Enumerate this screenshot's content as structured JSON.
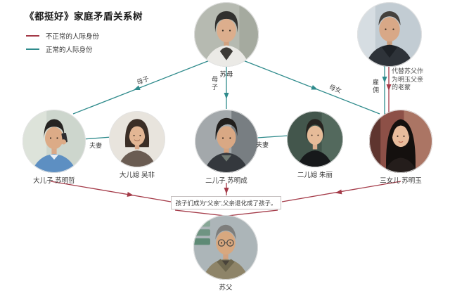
{
  "title": "《都挺好》家庭矛盾关系树",
  "legend": [
    {
      "label": "不正常的人际身份",
      "color": "#a43a48"
    },
    {
      "label": "正常的人际身份",
      "color": "#2f8b8c"
    }
  ],
  "people": {
    "su_mu": {
      "label": "苏母"
    },
    "ming_zhe": {
      "label": "大儿子 苏明哲"
    },
    "wu_fei": {
      "label": "大儿媳 吴非"
    },
    "ming_cheng": {
      "label": "二儿子 苏明成"
    },
    "zhu_li": {
      "label": "二儿媳 朱丽"
    },
    "ming_yu": {
      "label": "三女儿 苏明玉"
    },
    "su_fu": {
      "label": "苏父"
    }
  },
  "edges": {
    "mother_son_left": "母子",
    "mother_son_mid": "母子",
    "mother_daughter": "母女",
    "employment": "雇佣",
    "couple_left": "夫妻",
    "couple_right": "夫妻"
  },
  "annotation": "孩子们成为“父亲”,父亲退化成了孩子。",
  "note_lao_meng": "代替苏父作为明玉父亲的老蒙"
}
